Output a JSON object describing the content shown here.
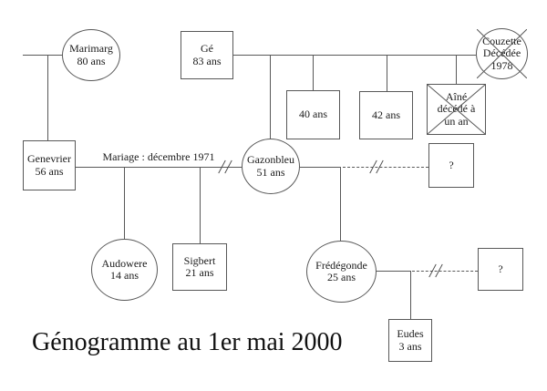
{
  "title": "Génogramme au 1er mai 2000",
  "colors": {
    "line": "#585858",
    "text": "#1a1a1a",
    "background": "#ffffff"
  },
  "marriage": {
    "label": "Mariage : décembre 1971",
    "status": "separated"
  },
  "unions": {
    "gazonbleu_unknown": {
      "type": "dashed",
      "status": "separated"
    },
    "fredegonde_unknown": {
      "type": "dashed",
      "status": "separated"
    }
  },
  "nodes": {
    "marimarg": {
      "shape": "circle",
      "gender": "female",
      "deceased": false,
      "lines": [
        "Marimarg",
        "80 ans"
      ]
    },
    "ge": {
      "shape": "square",
      "gender": "male",
      "deceased": false,
      "lines": [
        "Gé",
        "83 ans"
      ]
    },
    "couzette": {
      "shape": "circle",
      "gender": "female",
      "deceased": true,
      "lines": [
        "Couzette",
        "Décédée",
        "1978"
      ]
    },
    "genevrier": {
      "shape": "square",
      "gender": "male",
      "deceased": false,
      "lines": [
        "Genevrier",
        "56 ans"
      ]
    },
    "gazonbleu": {
      "shape": "circle",
      "gender": "female",
      "deceased": false,
      "lines": [
        "Gazonbleu",
        "51 ans"
      ]
    },
    "son40": {
      "shape": "square",
      "gender": "male",
      "deceased": false,
      "lines": [
        "40 ans"
      ]
    },
    "son42": {
      "shape": "square",
      "gender": "male",
      "deceased": false,
      "lines": [
        "42 ans"
      ]
    },
    "aine": {
      "shape": "square",
      "gender": "male",
      "deceased": true,
      "lines": [
        "Aîné",
        "décédé à",
        "un an"
      ]
    },
    "unknown1": {
      "shape": "square",
      "gender": "unknown",
      "deceased": false,
      "lines": [
        "?"
      ]
    },
    "audowere": {
      "shape": "circle",
      "gender": "female",
      "deceased": false,
      "lines": [
        "Audowere",
        "14 ans"
      ]
    },
    "sigbert": {
      "shape": "square",
      "gender": "male",
      "deceased": false,
      "lines": [
        "Sigbert",
        "21 ans"
      ]
    },
    "fredegonde": {
      "shape": "circle",
      "gender": "female",
      "deceased": false,
      "lines": [
        "Frédégonde",
        "25 ans"
      ]
    },
    "unknown2": {
      "shape": "square",
      "gender": "unknown",
      "deceased": false,
      "lines": [
        "?"
      ]
    },
    "eudes": {
      "shape": "square",
      "gender": "male",
      "deceased": false,
      "lines": [
        "Eudes",
        "3 ans"
      ]
    }
  }
}
